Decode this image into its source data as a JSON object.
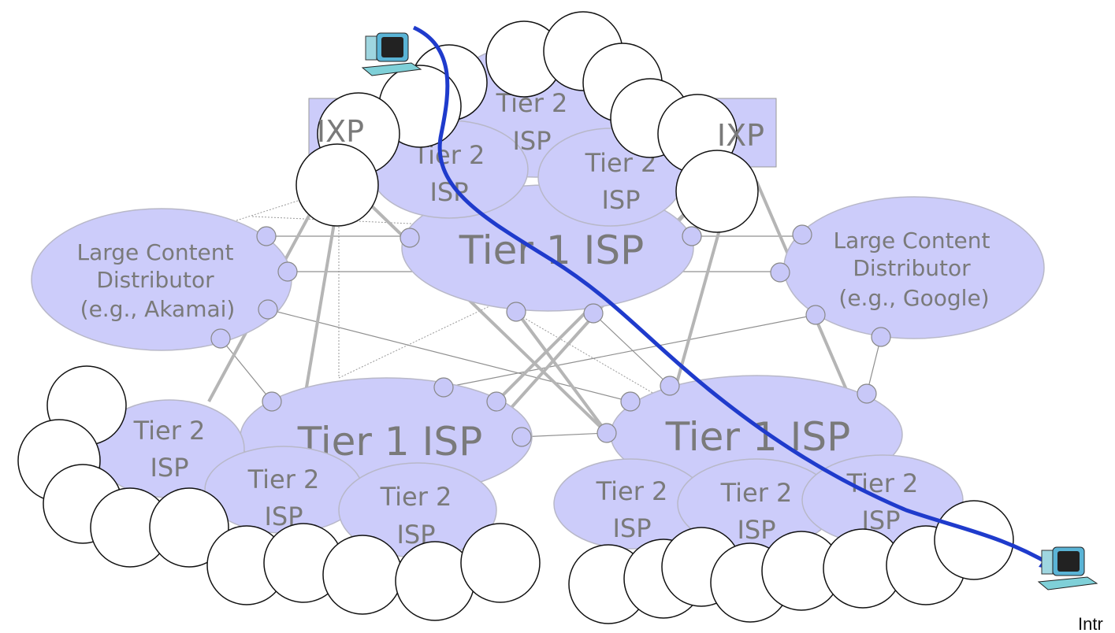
{
  "ixp": {
    "left": "IXP",
    "right": "IXP"
  },
  "top_tier2": {
    "center": [
      "Tier 2",
      "ISP"
    ],
    "left": [
      "Tier 2",
      "ISP"
    ],
    "right": [
      "Tier 2",
      "ISP"
    ]
  },
  "tier1": {
    "top": "Tier 1 ISP",
    "bottom_left": "Tier 1 ISP",
    "bottom_right": "Tier 1 ISP"
  },
  "content_left": [
    "Large Content",
    "Distributor",
    "(e.g., Akamai)"
  ],
  "content_right": [
    "Large Content",
    "Distributor",
    "(e.g., Google)"
  ],
  "bottom_left_tier2": [
    [
      "Tier 2",
      "ISP"
    ],
    [
      "Tier 2",
      "ISP"
    ],
    [
      "Tier 2",
      "ISP"
    ]
  ],
  "bottom_right_tier2": [
    [
      "Tier 2",
      "ISP"
    ],
    [
      "Tier 2",
      "ISP"
    ],
    [
      "Tier 2",
      "ISP"
    ]
  ],
  "caption": "Intr",
  "colors": {
    "isp_fill": "#ccccfa",
    "path": "#1f3bcc",
    "text": "#7a7a7a"
  },
  "icons": [
    "desktop-computer-icon",
    "desktop-computer-icon"
  ]
}
